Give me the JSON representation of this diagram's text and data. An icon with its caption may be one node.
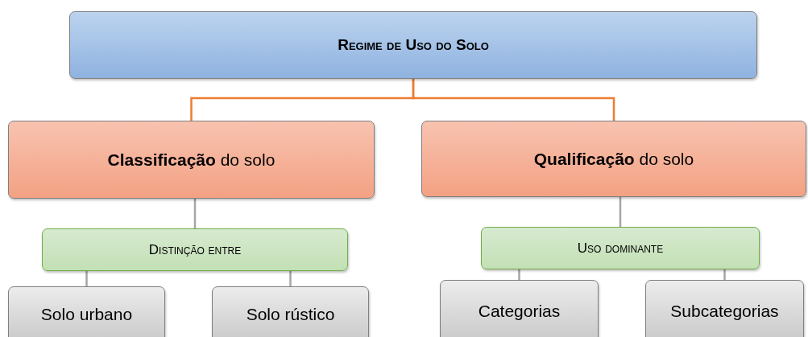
{
  "diagram": {
    "nodes": [
      {
        "text": [
          "Regime de Uso do Solo"
        ]
      },
      {
        "text": [
          "**Classificação** do solo"
        ]
      },
      {
        "text": [
          "**Qualificação** do solo"
        ]
      },
      {
        "text": [
          "Distinção entre"
        ]
      },
      {
        "text": [
          "Uso dominante"
        ]
      },
      {
        "text": [
          "Solo urbano"
        ]
      },
      {
        "text": [
          "Solo rústico"
        ]
      },
      {
        "text": [
          "Categorias"
        ]
      },
      {
        "text": [
          "Subcategorias"
        ]
      }
    ],
    "edges": [
      {
        "from": 0,
        "to": 1,
        "arrow": "none",
        "color": "#ed7d31"
      },
      {
        "from": 0,
        "to": 2,
        "arrow": "none",
        "color": "#ed7d31"
      },
      {
        "from": 1,
        "to": 3,
        "arrow": "none"
      },
      {
        "from": 3,
        "to": 5,
        "arrow": "none"
      },
      {
        "from": 3,
        "to": 6,
        "arrow": "none"
      },
      {
        "from": 2,
        "to": 4,
        "arrow": "none"
      },
      {
        "from": 4,
        "to": 7,
        "arrow": "none"
      },
      {
        "from": 4,
        "to": 8,
        "arrow": "none"
      }
    ]
  }
}
